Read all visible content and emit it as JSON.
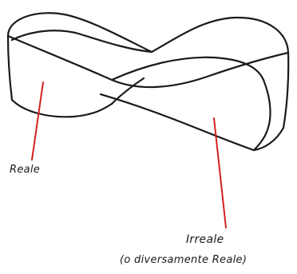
{
  "labels": {
    "reale": "Reale",
    "irreale": "Irreale",
    "diversamente": "(o diversamente Reale)"
  },
  "colors": {
    "outline": "#1a1a1a",
    "pointer": "#d42020",
    "background": "#ffffff"
  }
}
